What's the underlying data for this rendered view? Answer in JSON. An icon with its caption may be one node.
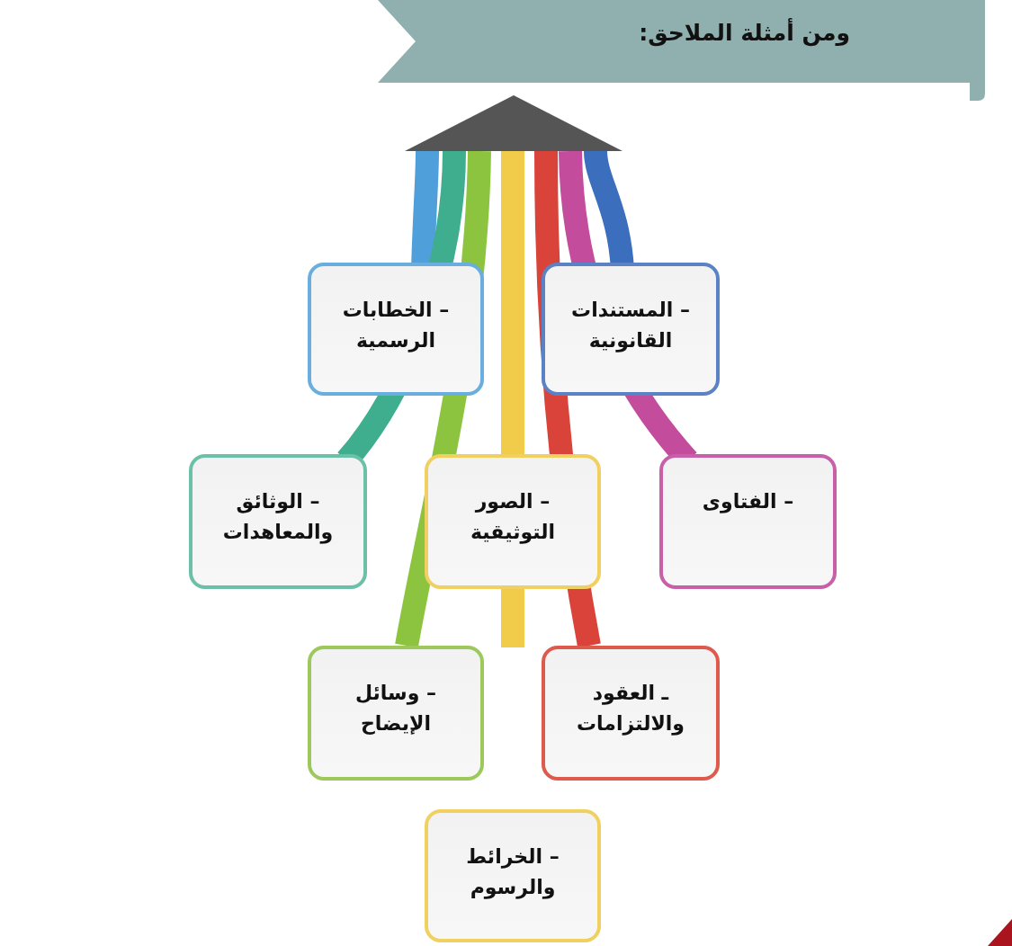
{
  "diagram": {
    "title": "ومن أمثلة الملاحق:",
    "nodes": [
      {
        "text": [
          "– الخطابات الرسمية"
        ]
      },
      {
        "text": [
          "– المستندات القانونية"
        ]
      },
      {
        "text": [
          "– الوثائق والمعاهدات"
        ]
      },
      {
        "text": [
          "– الصور التوثيقية"
        ]
      },
      {
        "text": [
          "– الفتاوى"
        ]
      },
      {
        "text": [
          "– وسائل الإيضاح"
        ]
      },
      {
        "text": [
          "ـ العقود والالتزامات"
        ]
      },
      {
        "text": [
          "– الخرائط والرسوم"
        ]
      }
    ]
  }
}
